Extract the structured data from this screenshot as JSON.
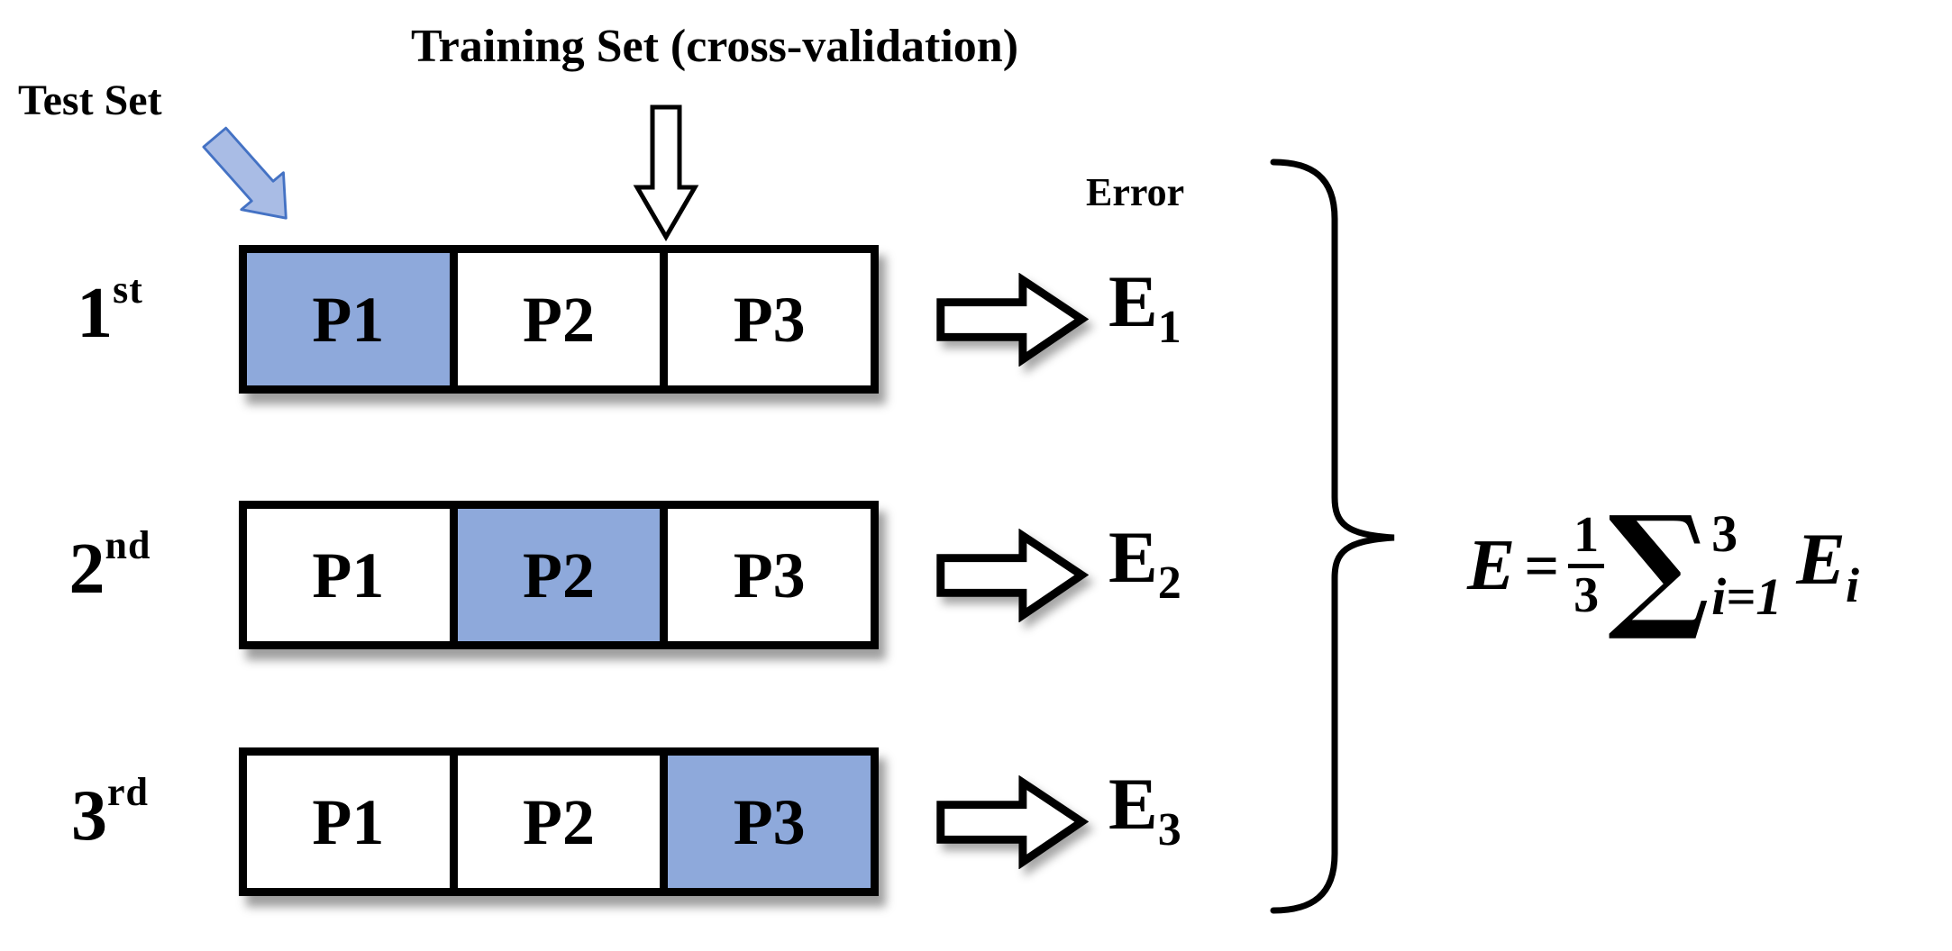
{
  "title": "Training Set (cross-validation)",
  "test_set_label": "Test Set",
  "error_label": "Error",
  "rows": [
    {
      "ordinal": "1",
      "suffix": "st",
      "cells": [
        {
          "label": "P1",
          "highlighted": true
        },
        {
          "label": "P2",
          "highlighted": false
        },
        {
          "label": "P3",
          "highlighted": false
        }
      ],
      "error_base": "E",
      "error_sub": "1"
    },
    {
      "ordinal": "2",
      "suffix": "nd",
      "cells": [
        {
          "label": "P1",
          "highlighted": false
        },
        {
          "label": "P2",
          "highlighted": true
        },
        {
          "label": "P3",
          "highlighted": false
        }
      ],
      "error_base": "E",
      "error_sub": "2"
    },
    {
      "ordinal": "3",
      "suffix": "rd",
      "cells": [
        {
          "label": "P1",
          "highlighted": false
        },
        {
          "label": "P2",
          "highlighted": false
        },
        {
          "label": "P3",
          "highlighted": true
        }
      ],
      "error_base": "E",
      "error_sub": "3"
    }
  ],
  "formula": {
    "lhs": "E",
    "equals": "=",
    "numerator": "1",
    "denominator": "3",
    "sigma": "∑",
    "upper_limit": "3",
    "lower_limit": "i=1",
    "term_base": "E",
    "term_sub": "i"
  },
  "colors": {
    "highlight": "#8EA9DB",
    "test_arrow_fill": "#A9BCE5",
    "test_arrow_stroke": "#4472C4",
    "ink": "#000000"
  }
}
